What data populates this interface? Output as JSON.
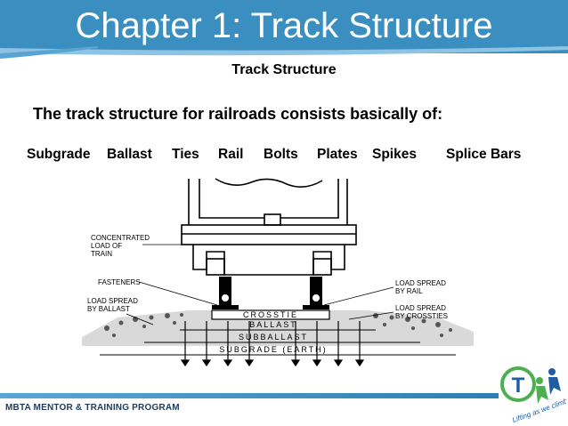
{
  "header": {
    "title": "Chapter 1: Track Structure"
  },
  "subtitle": "Track Structure",
  "intro": "The track structure for railroads consists basically of:",
  "components": [
    "Subgrade",
    "Ballast",
    "Ties",
    "Rail",
    "Bolts",
    "Plates",
    "Spikes",
    "Splice Bars"
  ],
  "diagram": {
    "labels": {
      "concentrated": [
        "CONCENTRATED",
        "LOAD OF",
        "TRAIN"
      ],
      "fasteners": "FASTENERS",
      "load_ballast": [
        "LOAD SPREAD",
        "BY BALLAST"
      ],
      "load_rail": [
        "LOAD SPREAD",
        "BY RAIL"
      ],
      "load_crossties": [
        "LOAD SPREAD",
        "BY CROSSTIES"
      ],
      "crosstie": "CROSSTIE",
      "ballast": "BALLAST",
      "subballast": "SUBBALLAST",
      "subgrade": "SUBGRADE  (EARTH)"
    }
  },
  "footer": {
    "text": "MBTA MENTOR & TRAINING PROGRAM"
  },
  "logo": {
    "letter": "T",
    "tagline": "Lifting as we climb"
  },
  "colors": {
    "header": "#3a8fc0",
    "footer_text": "#1f3a5c",
    "logo_green": "#4caf50",
    "logo_blue": "#1f5fa0"
  }
}
